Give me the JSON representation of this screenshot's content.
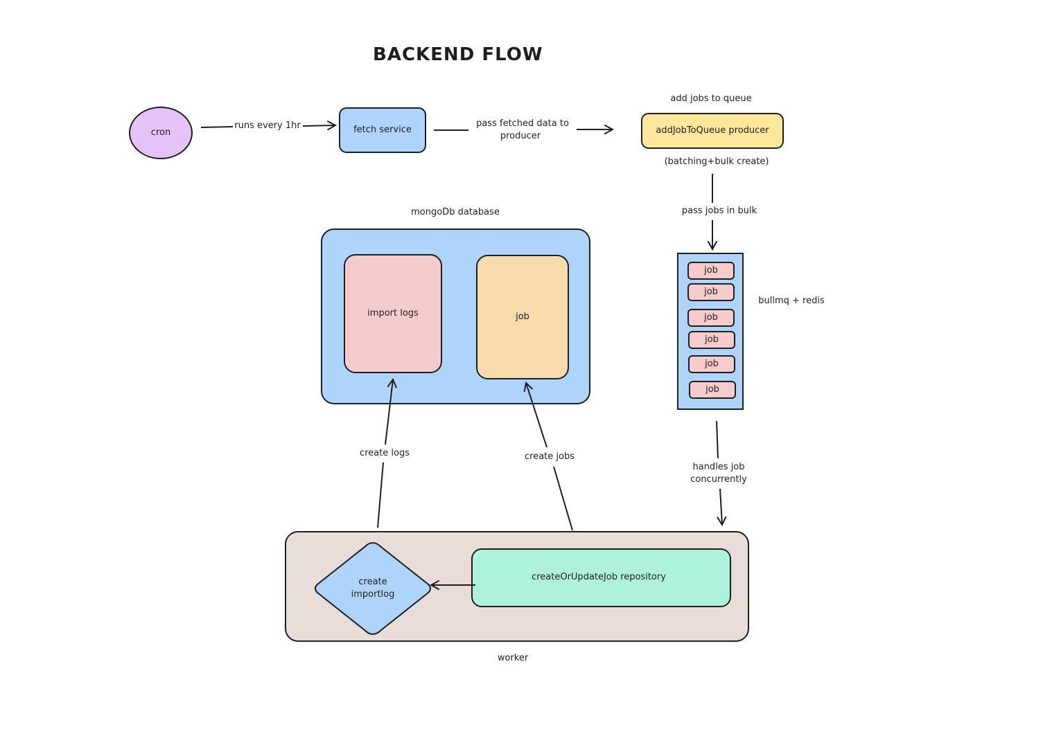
{
  "title": "BACKEND FLOW",
  "colors": {
    "stroke": "#1e1e1e",
    "cron_fill": "#e5c2f7",
    "blue_fill": "#afd4fb",
    "yellow_fill": "#fce89c",
    "pink_fill": "#f6cbcb",
    "peach_fill": "#f8dbac",
    "green_fill": "#aef2dc",
    "worker_fill": "#e8ddd8",
    "background": "#ffffff"
  },
  "nodes": {
    "cron": "cron",
    "fetch_service": "fetch service",
    "producer": "addJobToQueue producer",
    "producer_caption": "add jobs to queue",
    "producer_note": "(batching+bulk create)",
    "database_caption": "mongoDb database",
    "import_logs": "import logs",
    "job_collection": "job",
    "queue_caption": "bullmq + redis",
    "queue_jobs": [
      "job",
      "job",
      "job",
      "job",
      "job",
      "job"
    ],
    "worker_caption": "worker",
    "create_importlog_line1": "create",
    "create_importlog_line2": "importlog",
    "repository": "createOrUpdateJob repository"
  },
  "edges": {
    "cron_to_fetch": "runs every 1hr",
    "fetch_to_producer_line1": "pass fetched data to",
    "fetch_to_producer_line2": "producer",
    "producer_to_queue": "pass jobs in bulk",
    "queue_to_worker_line1": "handles job",
    "queue_to_worker_line2": "concurrently",
    "worker_to_logs": "create logs",
    "worker_to_jobs": "create jobs"
  }
}
